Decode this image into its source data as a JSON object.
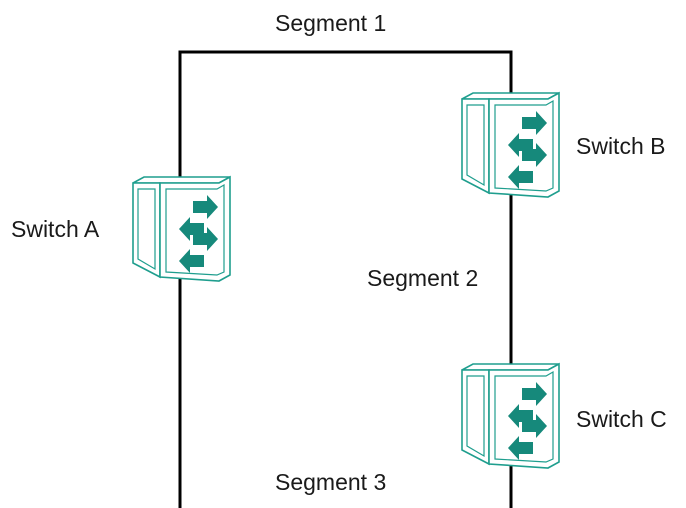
{
  "segments": [
    {
      "label": "Segment 1"
    },
    {
      "label": "Segment 2"
    },
    {
      "label": "Segment 3"
    }
  ],
  "switches": [
    {
      "label": "Switch A",
      "icon": "network-switch-icon"
    },
    {
      "label": "Switch B",
      "icon": "network-switch-icon"
    },
    {
      "label": "Switch C",
      "icon": "network-switch-icon"
    }
  ],
  "colors": {
    "line": "#000000",
    "switch_outline": "#1f9e8e",
    "switch_fill": "#ffffff",
    "arrow": "#16897b",
    "text": "#1a1a1a"
  }
}
